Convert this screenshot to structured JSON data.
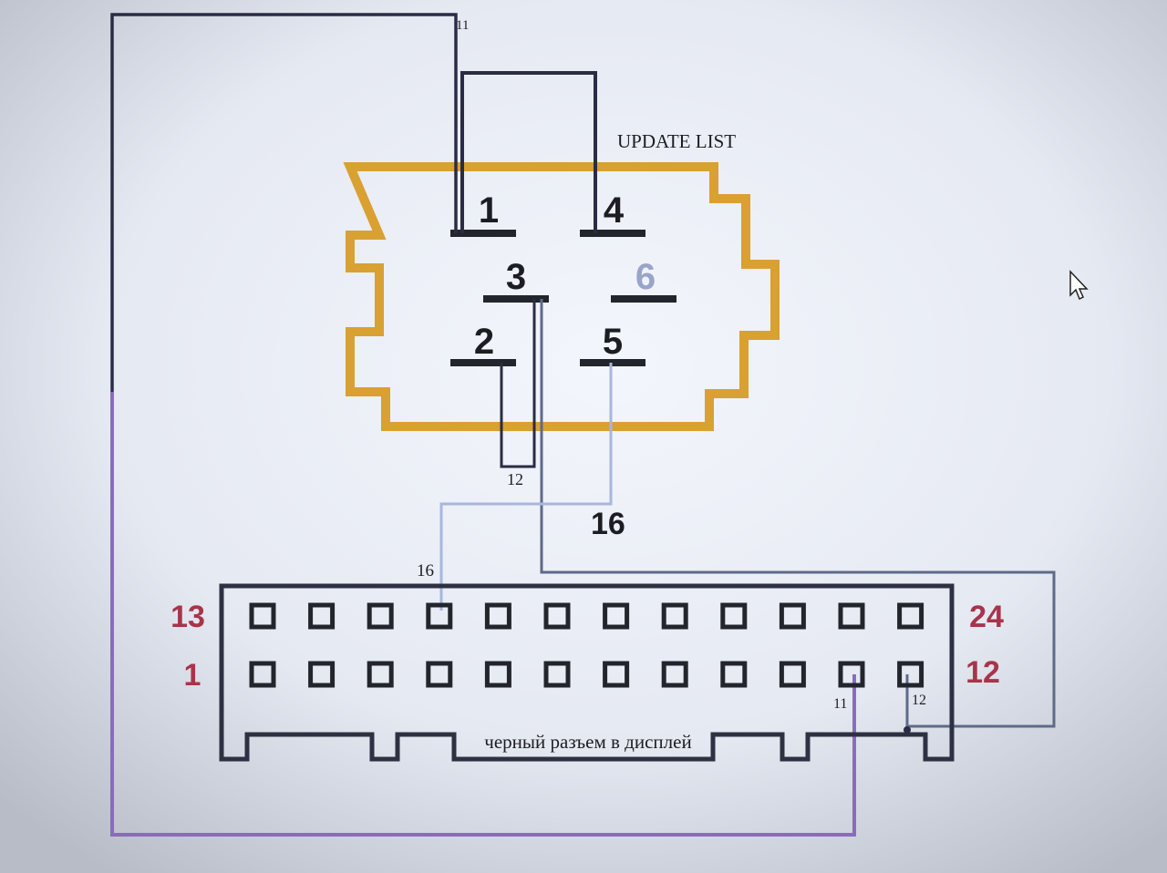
{
  "title": "UPDATE LIST",
  "bottom_label": "черный разъем в дисплей",
  "top_connector": {
    "pins": [
      {
        "id": "1",
        "label": "1"
      },
      {
        "id": "2",
        "label": "2"
      },
      {
        "id": "3",
        "label": "3"
      },
      {
        "id": "4",
        "label": "4"
      },
      {
        "id": "5",
        "label": "5"
      },
      {
        "id": "6",
        "label": "6"
      }
    ]
  },
  "bottom_connector": {
    "row_top_left": "13",
    "row_top_right": "24",
    "row_bottom_left": "1",
    "row_bottom_right": "12",
    "pins_per_row": 12
  },
  "wire_labels": {
    "w11_top": "11",
    "w12_mid": "12",
    "w16_big": "16",
    "w16_small": "16",
    "w11_bottom": "11",
    "w12_bottom": "12"
  },
  "colors": {
    "connector_outline_top": "#d9a032",
    "connector_outline_bottom": "#2d3142",
    "pin_bar": "#23252d",
    "pin_label": "#1c1d22",
    "pin_label_faded": "#98a4c8",
    "row_number": "#a8344a",
    "wire_dark": "#2a2c44",
    "wire_purple": "#8b6ac0",
    "wire_light_blue": "#a9b6dc",
    "wire_gray_blue": "#5e6a88"
  }
}
